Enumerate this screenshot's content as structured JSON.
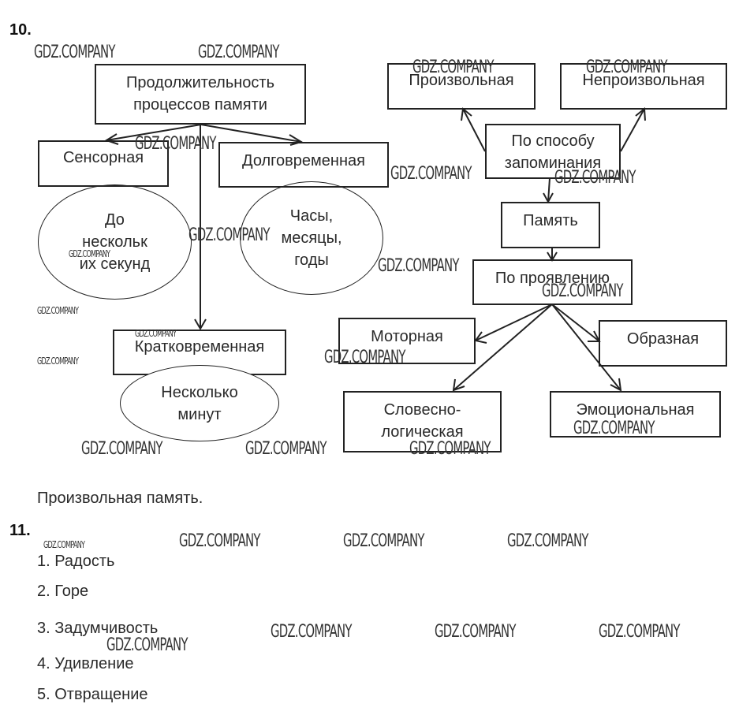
{
  "task10": {
    "number": "10.",
    "left_tree": {
      "root": [
        "Продолжительность",
        "процессов памяти"
      ],
      "sensory": "Сенсорная",
      "sensory_duration": [
        "До",
        "нескольк",
        "их секунд"
      ],
      "longterm": "Долговременная",
      "longterm_duration": [
        "Часы,",
        "месяцы,",
        "годы"
      ],
      "shortterm": "Кратковременная",
      "shortterm_duration": [
        "Несколько",
        "минут"
      ]
    },
    "right_tree": {
      "voluntary": "Произвольная",
      "involuntary": "Непроизвольная",
      "by_method": [
        "По способу",
        "запоминания"
      ],
      "memory": "Память",
      "by_manifestation": "По проявлению",
      "motor": "Моторная",
      "figurative": "Образная",
      "verbal_logical": [
        "Словесно-",
        "логическая"
      ],
      "emotional": "Эмоциональная"
    },
    "answer": "Произвольная память."
  },
  "task11": {
    "number": "11.",
    "items": [
      "1. Радость",
      "2. Горе",
      "3. Задумчивость",
      "4. Удивление",
      "5. Отвращение"
    ]
  },
  "watermark": "GDZ.COMPANY"
}
